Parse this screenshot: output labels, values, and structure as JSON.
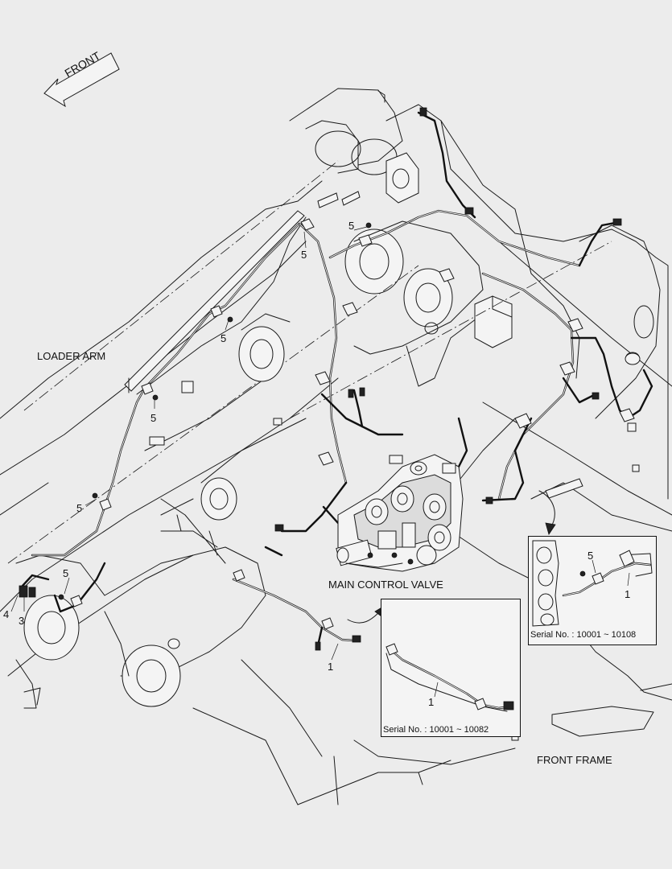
{
  "direction": {
    "label": "FRONT"
  },
  "labels": {
    "loader_arm": "LOADER ARM",
    "main_control_valve": "MAIN CONTROL VALVE",
    "front_frame": "FRONT FRAME"
  },
  "callouts": {
    "five": "5",
    "one": "1",
    "three": "3",
    "four": "4"
  },
  "insets": [
    {
      "serial": "Serial No. : 10001 ~ 10108"
    },
    {
      "serial": "Serial No. : 10001 ~ 10082"
    }
  ]
}
